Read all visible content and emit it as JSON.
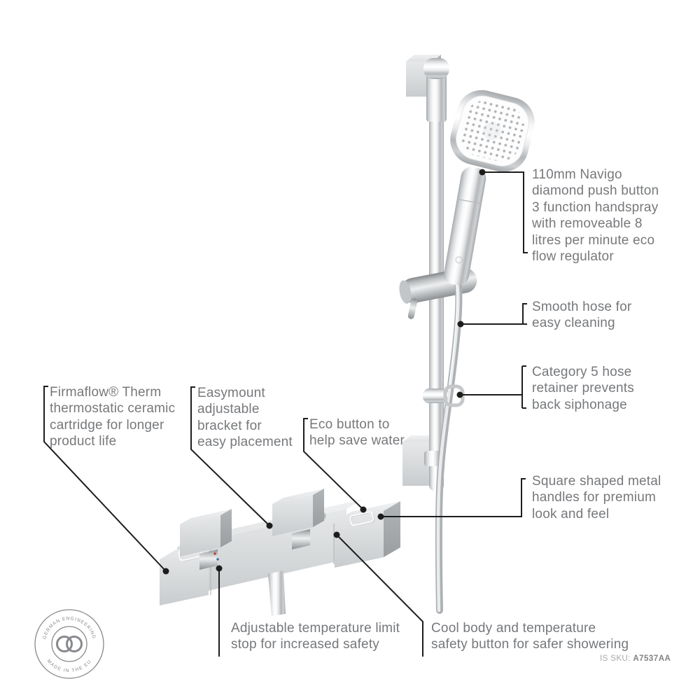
{
  "callouts": {
    "handspray": {
      "lines": [
        "110mm Navigo",
        "diamond push button",
        "3 function handspray",
        "with removeable 8",
        "litres per minute eco",
        "flow regulator"
      ]
    },
    "hose": {
      "lines": [
        "Smooth hose for",
        "easy cleaning"
      ]
    },
    "retainer": {
      "lines": [
        "Category 5 hose",
        "retainer prevents",
        "back siphonage"
      ]
    },
    "handles": {
      "lines": [
        "Square shaped metal",
        "handles for premium",
        "look and feel"
      ]
    },
    "cartridge": {
      "lines": [
        "Firmaflow® Therm",
        "thermostatic ceramic",
        "cartridge for longer",
        "product life"
      ]
    },
    "bracket": {
      "lines": [
        "Easymount",
        "adjustable",
        "bracket for",
        "easy placement"
      ]
    },
    "eco": {
      "lines": [
        "Eco button to",
        "help save water"
      ]
    },
    "temp_limit": {
      "lines": [
        "Adjustable temperature limit",
        "stop for increased safety"
      ]
    },
    "cool_body": {
      "lines": [
        "Cool body and temperature",
        "safety button for safer showering"
      ]
    }
  },
  "badge": {
    "arc_top": "GERMAN ENGINEERING",
    "arc_bottom": "MADE IN THE EU"
  },
  "sku": {
    "label": "IS SKU:",
    "value": "A7537AA"
  },
  "colors": {
    "annotation_text": "#76787b",
    "callout_line": "#1d1d1b",
    "badge": "#87898c",
    "sku_label": "#a8aaad",
    "sku_value": "#808285",
    "hot_dot": "#c23b33",
    "cold_dot": "#3a6ea8"
  }
}
